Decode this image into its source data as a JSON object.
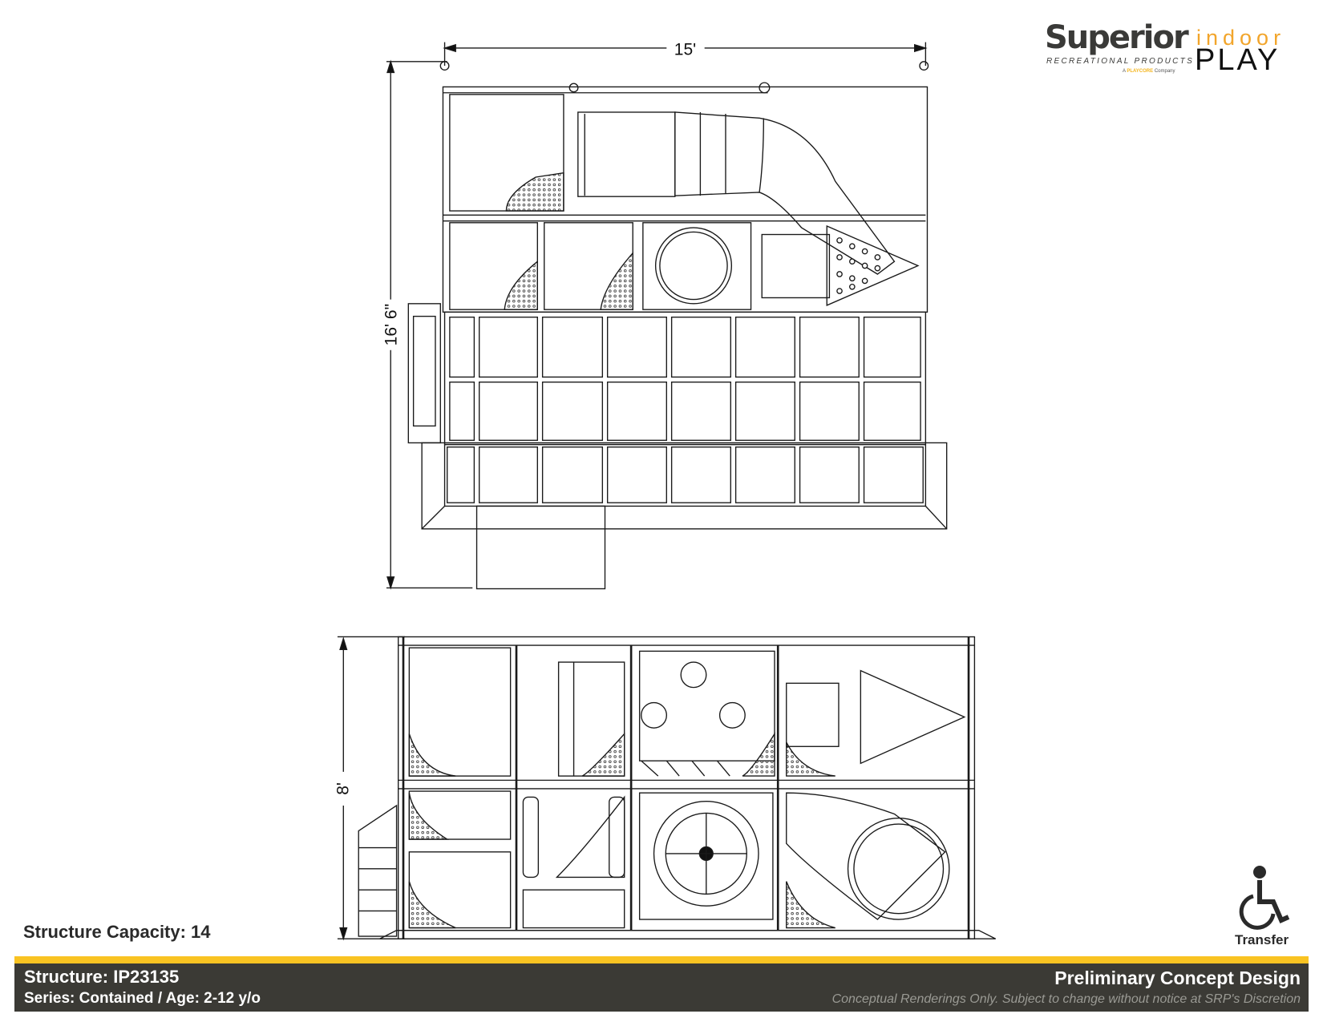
{
  "logo": {
    "brand": "Superior",
    "tagline": "RECREATIONAL PRODUCTS",
    "parent_prefix": "A",
    "parent": "PLAYCORE",
    "parent_suffix": "Company",
    "line1": "indoor",
    "line2": "PLAY"
  },
  "dimensions": {
    "width": "15'",
    "depth": "16' 6\"",
    "height": "8'"
  },
  "capacity": "Structure Capacity: 14",
  "accessibility": {
    "icon": "wheelchair-icon",
    "label": "Transfer"
  },
  "footer": {
    "structure": "Structure: IP23135",
    "series": "Series: Contained / Age: 2-12 y/o",
    "title": "Preliminary Concept Design",
    "disclaimer": "Conceptual Renderings Only. Subject to change without notice at SRP's Discretion"
  },
  "colors": {
    "accent": "#f9c322",
    "footer_bg": "#3b3a35",
    "indoor": "#f2a52b"
  }
}
